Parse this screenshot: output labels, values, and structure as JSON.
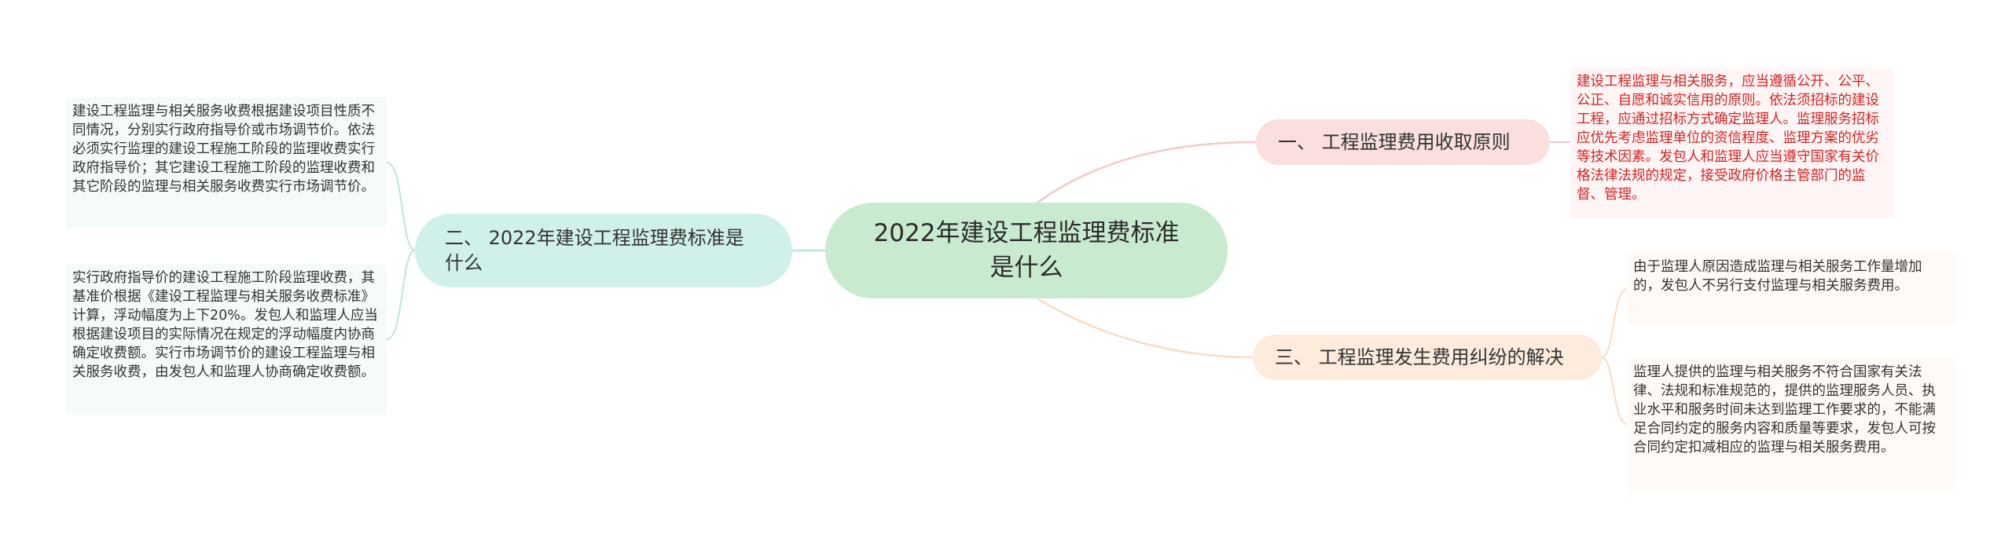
{
  "mindmap": {
    "root": {
      "label": "2022年建设工程监理费标准是什么"
    },
    "branches": [
      {
        "label": "一、 工程监理费用收取原则",
        "color": "#fbdede",
        "line_color": "#f5c9c9",
        "details": [
          "建设工程监理与相关服务，应当遵循公开、公平、公正、自愿和诚实信用的原则。依法须招标的建设工程，应通过招标方式确定监理人。监理服务招标应优先考虑监理单位的资信程度、监理方案的优劣等技术因素。发包人和监理人应当遵守国家有关价格法律法规的规定，接受政府价格主管部门的监督、管理。"
        ]
      },
      {
        "label": "二、 2022年建设工程监理费标准是什么",
        "color": "#d0f0ea",
        "line_color": "#bfe6dd",
        "details": [
          "建设工程监理与相关服务收费根据建设项目性质不同情况，分别实行政府指导价或市场调节价。依法必须实行监理的建设工程施工阶段的监理收费实行政府指导价；其它建设工程施工阶段的监理收费和其它阶段的监理与相关服务收费实行市场调节价。",
          "实行政府指导价的建设工程施工阶段监理收费，其基准价根据《建设工程监理与相关服务收费标准》计算，浮动幅度为上下20%。发包人和监理人应当根据建设项目的实际情况在规定的浮动幅度内协商确定收费额。实行市场调节价的建设工程监理与相关服务收费，由发包人和监理人协商确定收费额。"
        ]
      },
      {
        "label": "三、 工程监理发生费用纠纷的解决",
        "color": "#fdebdb",
        "line_color": "#f8dcc4",
        "details": [
          "由于监理人原因造成监理与相关服务工作量增加的，发包人不另行支付监理与相关服务费用。",
          "监理人提供的监理与相关服务不符合国家有关法律、法规和标准规范的，提供的监理服务人员、执业水平和服务时间未达到监理工作要求的，不能满足合同约定的服务内容和质量等要求，发包人可按合同约定扣减相应的监理与相关服务费用。"
        ]
      }
    ]
  }
}
